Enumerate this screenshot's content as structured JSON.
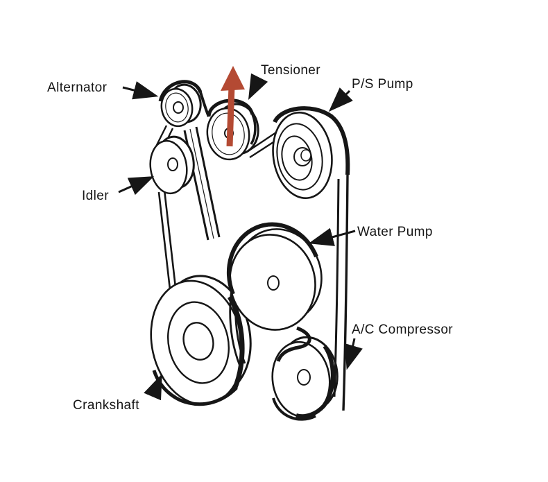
{
  "diagram": {
    "type": "belt-routing-diagram",
    "description": "Engine serpentine belt routing diagram with labeled pulleys",
    "parts": [
      {
        "id": "alternator",
        "label": "Alternator"
      },
      {
        "id": "tensioner",
        "label": "Tensioner"
      },
      {
        "id": "ps-pump",
        "label": "P/S Pump"
      },
      {
        "id": "idler",
        "label": "Idler"
      },
      {
        "id": "water-pump",
        "label": "Water Pump"
      },
      {
        "id": "ac-compressor",
        "label": "A/C Compressor"
      },
      {
        "id": "crankshaft",
        "label": "Crankshaft"
      }
    ],
    "annotation": {
      "type": "direction-arrow",
      "target": "tensioner",
      "direction": "up",
      "color": "#b44a33"
    },
    "colors": {
      "ink": "#161616",
      "background": "#ffffff",
      "arrow": "#b44a33"
    }
  }
}
